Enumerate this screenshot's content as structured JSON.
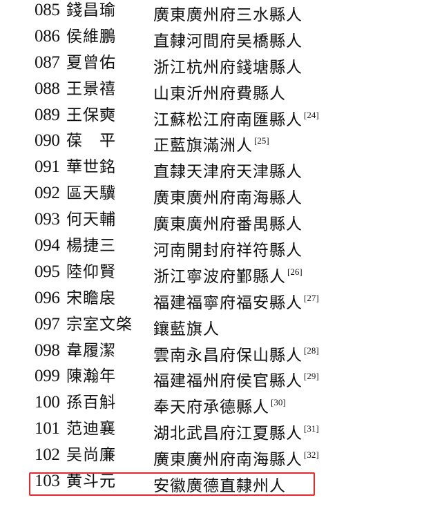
{
  "entries": [
    {
      "num": "085",
      "name": "錢昌瑜",
      "origin": "廣東廣州府三水縣人",
      "note": ""
    },
    {
      "num": "086",
      "name": "侯維鵬",
      "origin": "直隸河間府吴橋縣人",
      "note": ""
    },
    {
      "num": "087",
      "name": "夏曾佑",
      "origin": "浙江杭州府錢塘縣人",
      "note": ""
    },
    {
      "num": "088",
      "name": "王景禧",
      "origin": "山東沂州府費縣人",
      "note": ""
    },
    {
      "num": "089",
      "name": "王保奭",
      "origin": "江蘇松江府南匯縣人",
      "note": "[24]"
    },
    {
      "num": "090",
      "name": "葆　平",
      "origin": "正藍旗滿洲人",
      "note": "[25]"
    },
    {
      "num": "091",
      "name": "華世銘",
      "origin": "直隸天津府天津縣人",
      "note": ""
    },
    {
      "num": "092",
      "name": "區天驥",
      "origin": "廣東廣州府南海縣人",
      "note": ""
    },
    {
      "num": "093",
      "name": "何天輔",
      "origin": "廣東廣州府番禺縣人",
      "note": ""
    },
    {
      "num": "094",
      "name": "楊捷三",
      "origin": "河南開封府祥符縣人",
      "note": ""
    },
    {
      "num": "095",
      "name": "陸仰賢",
      "origin": "浙江寧波府鄞縣人",
      "note": "[26]"
    },
    {
      "num": "096",
      "name": "宋瞻扆",
      "origin": "福建福寧府福安縣人",
      "note": "[27]"
    },
    {
      "num": "097",
      "name": "宗室文棨",
      "origin": "鑲藍旗人",
      "note": ""
    },
    {
      "num": "098",
      "name": "韋履潔",
      "origin": "雲南永昌府保山縣人",
      "note": "[28]"
    },
    {
      "num": "099",
      "name": "陳瀚年",
      "origin": "福建福州府侯官縣人",
      "note": "[29]"
    },
    {
      "num": "100",
      "name": "孫百斛",
      "origin": "奉天府承德縣人",
      "note": "[30]"
    },
    {
      "num": "101",
      "name": "范迪襄",
      "origin": "湖北武昌府江夏縣人",
      "note": "[31]"
    },
    {
      "num": "102",
      "name": "吴尚廉",
      "origin": "廣東廣州府南海縣人",
      "note": "[32]"
    },
    {
      "num": "103",
      "name": "黄斗元",
      "origin": "安徽廣德直隸州人",
      "note": ""
    }
  ],
  "highlight": {
    "entry_index": 18,
    "color": "#e8282b"
  }
}
